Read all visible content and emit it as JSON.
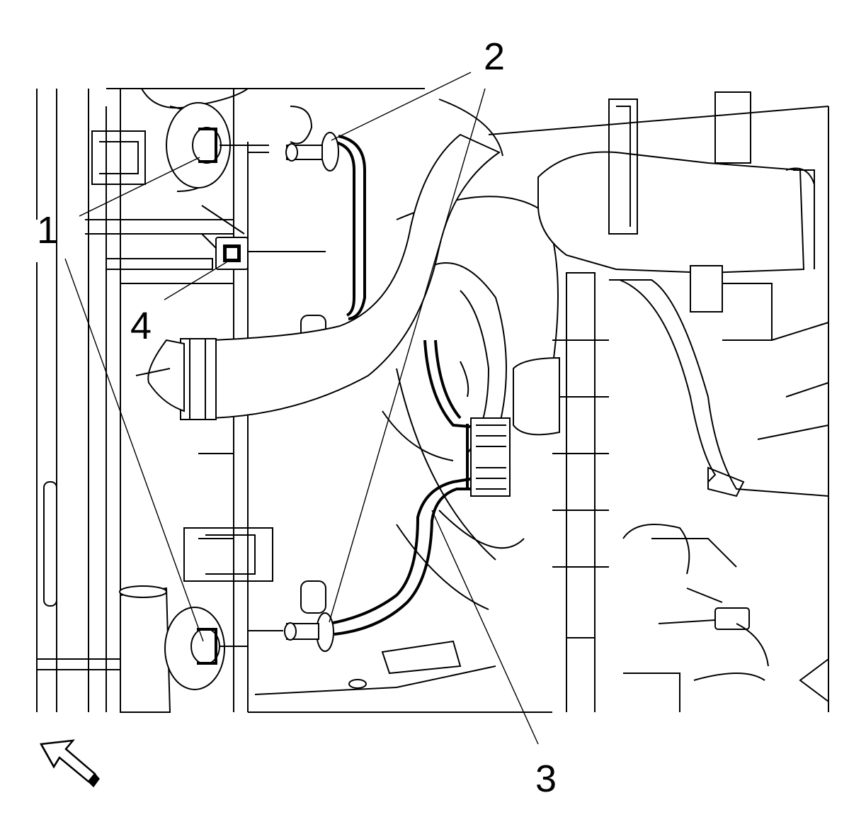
{
  "callouts": {
    "c1": "1",
    "c2": "2",
    "c3": "3",
    "c4": "4"
  },
  "colors": {
    "ink": "#000000",
    "paper": "#ffffff"
  },
  "icons": {
    "view_arrow": "direction-arrow-icon"
  }
}
